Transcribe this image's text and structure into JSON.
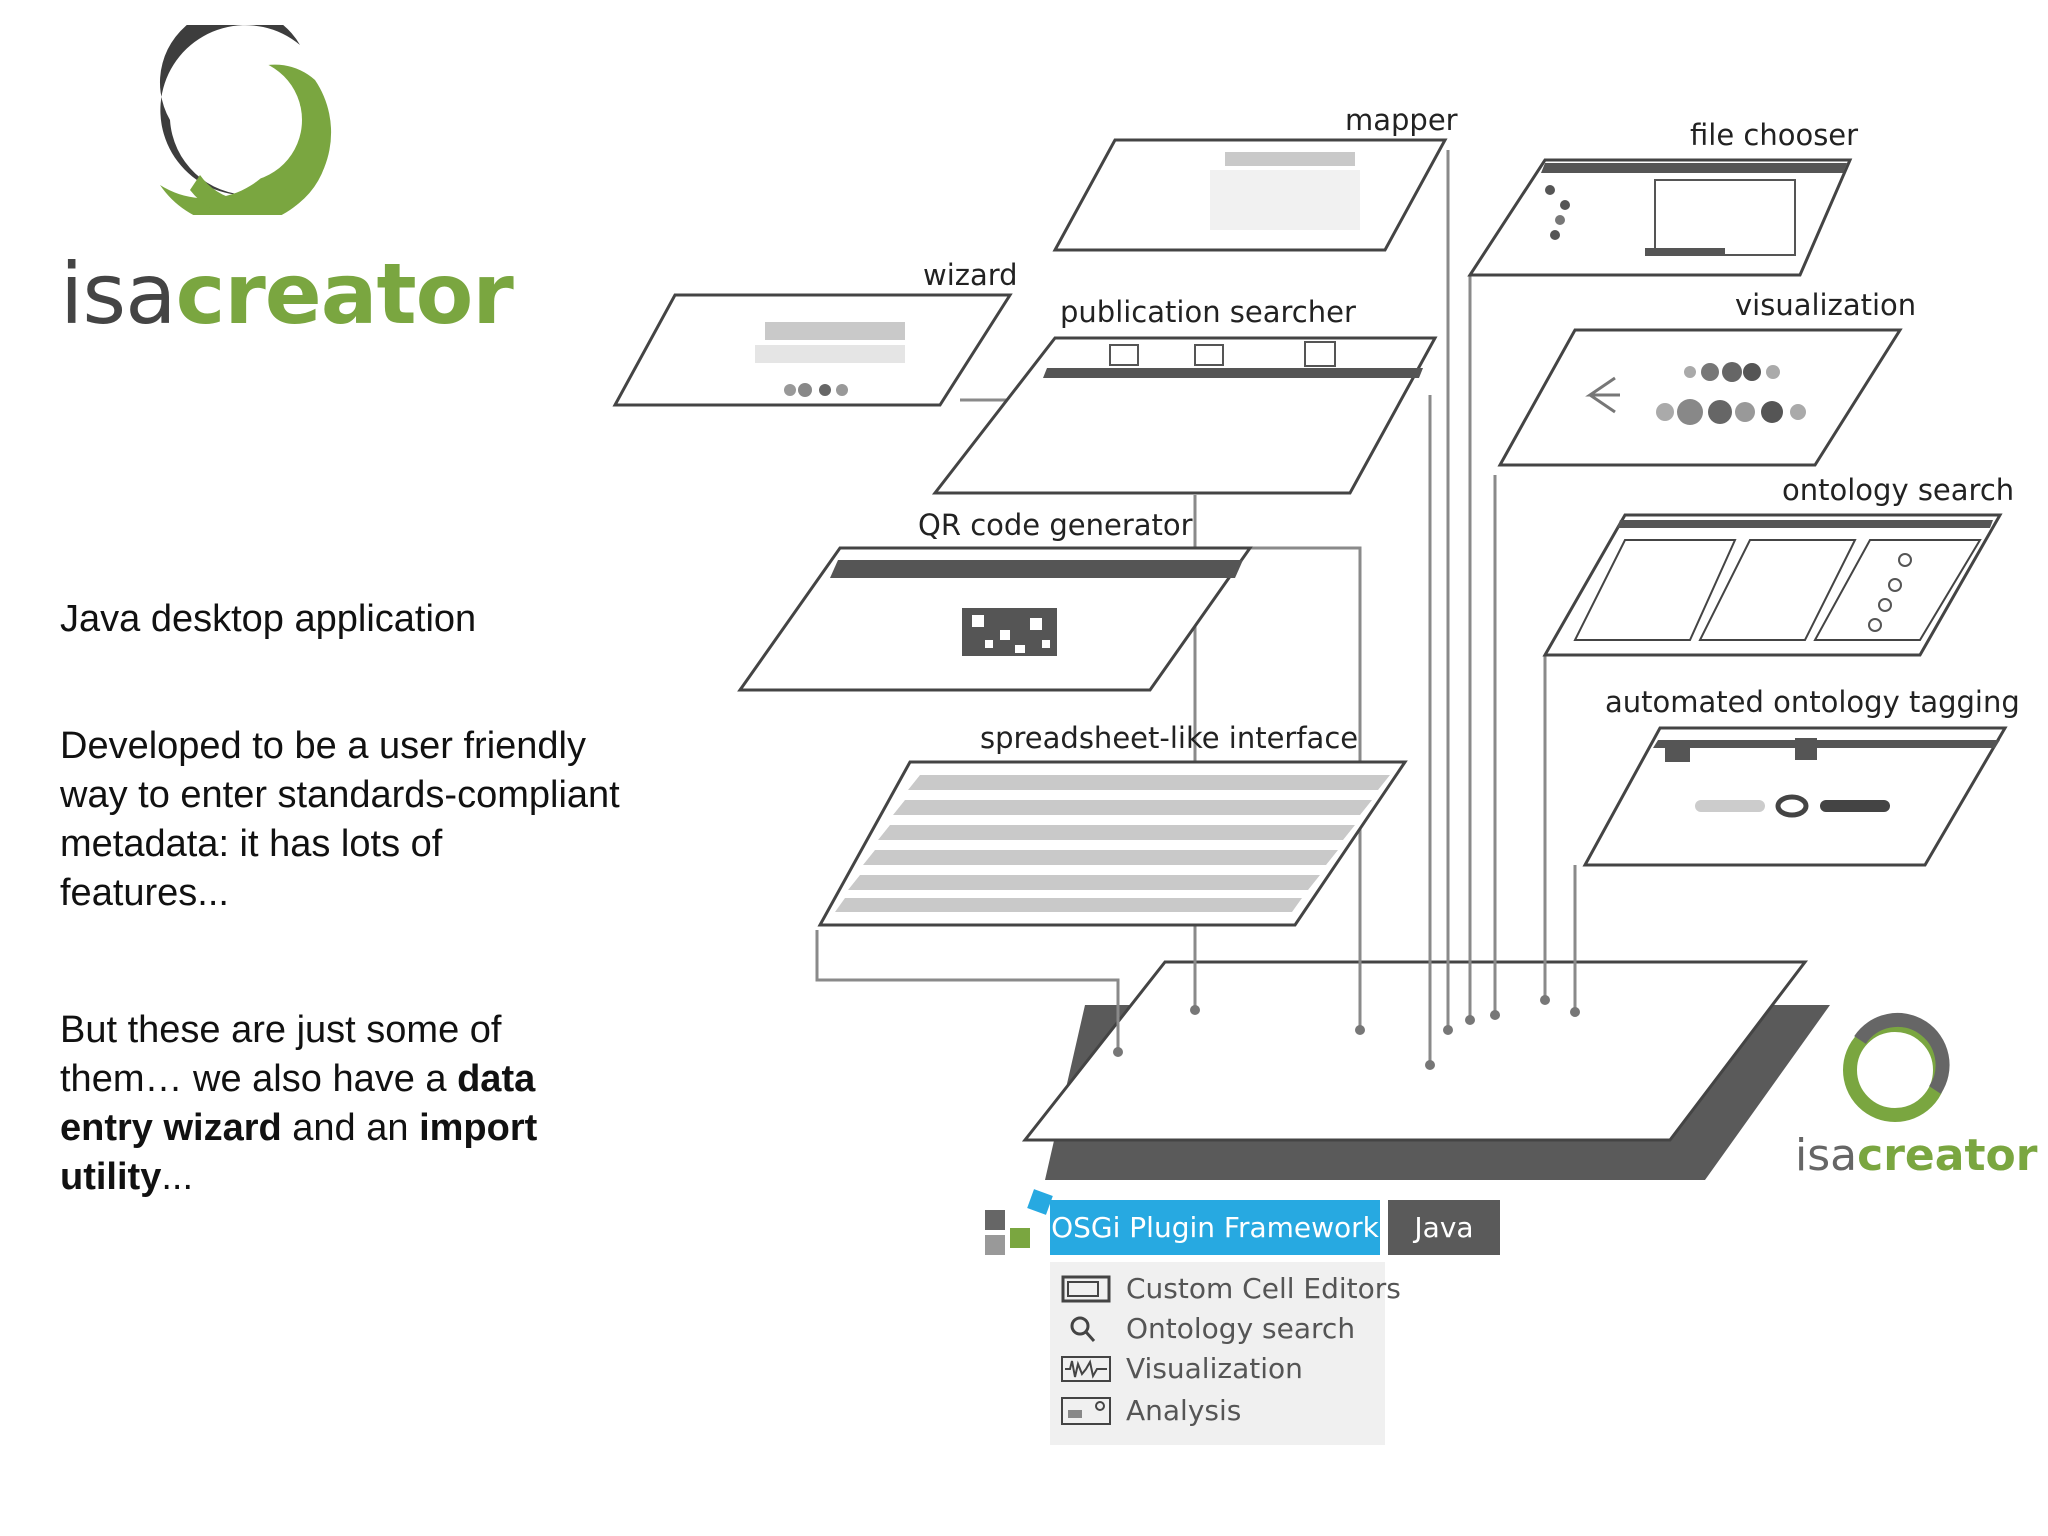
{
  "logo": {
    "word_plain": "isa",
    "word_bold": "creator",
    "colors": {
      "dark": "#3d3d3d",
      "green": "#7aa640"
    }
  },
  "text": {
    "p1": "Java desktop application",
    "p2": "Developed to be a user friendly way to enter standards-compliant metadata: it has lots of features...",
    "p3_a": "But these are just some of them… we also have a ",
    "p3_b": "data entry wizard",
    "p3_c": " and an ",
    "p3_d": "import utility",
    "p3_e": "..."
  },
  "modules": {
    "mapper": "mapper",
    "file_chooser": "file chooser",
    "wizard": "wizard",
    "publication_searcher": "publication searcher",
    "visualization": "visualization",
    "ontology_search": "ontology search",
    "qr_code_generator": "QR code generator",
    "spreadsheet": "spreadsheet-like interface",
    "automated_tagging": "automated ontology tagging"
  },
  "framework": {
    "osgi": "OSGi Plugin Framework",
    "java": "Java",
    "plugins": [
      {
        "label": "Custom Cell Editors",
        "icon": "cell-editor-icon"
      },
      {
        "label": "Ontology search",
        "icon": "search-icon"
      },
      {
        "label": "Visualization",
        "icon": "waveform-icon"
      },
      {
        "label": "Analysis",
        "icon": "analysis-icon"
      }
    ],
    "colors": {
      "osgi": "#27a9e1",
      "java": "#5a5a5a"
    }
  }
}
